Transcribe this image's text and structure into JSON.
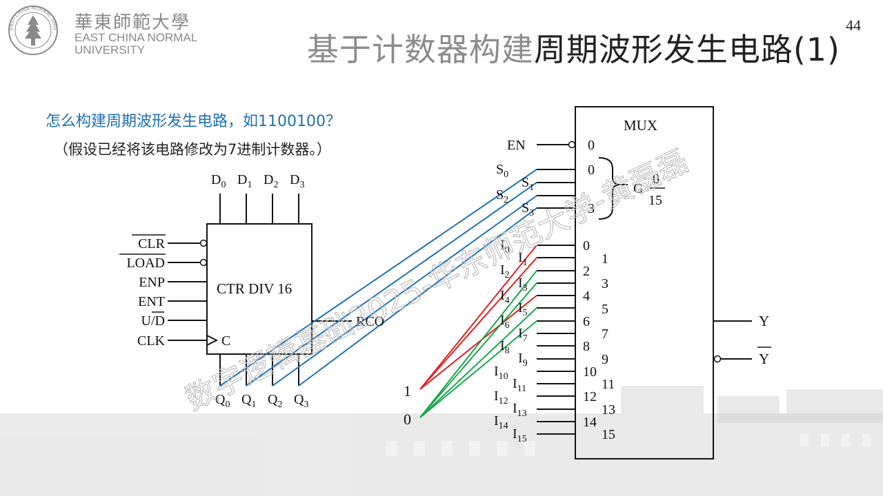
{
  "header": {
    "university_zh": "華東師範大學",
    "university_en_line1": "EAST CHINA NORMAL",
    "university_en_line2": "UNIVERSITY",
    "seal_text": "EAST CHINA NORMAL UNIVERSITY",
    "title_gray": "基于计数器构建",
    "title_dark": "周期波形发生电路(1)",
    "page_number": "44"
  },
  "body": {
    "question": "怎么构建周期波形发生电路，如1100100？",
    "assumption": "（假设已经将该电路修改为7进制计数器。）"
  },
  "counter": {
    "label": "CTR DIV 16",
    "clock_label": "C",
    "data_inputs": [
      "D",
      "D",
      "D",
      "D"
    ],
    "data_subs": [
      "0",
      "1",
      "2",
      "3"
    ],
    "left_pins": [
      "CLR",
      "LOAD",
      "ENP",
      "ENT",
      "U/D",
      "CLK"
    ],
    "outputs": [
      "Q",
      "Q",
      "Q",
      "Q"
    ],
    "output_subs": [
      "0",
      "1",
      "2",
      "3"
    ],
    "rco_label": "RCO"
  },
  "mux": {
    "label": "MUX",
    "en_label": "EN",
    "en_num": "0",
    "select_nums": [
      "0",
      "3"
    ],
    "g_label": "G",
    "g_top": "0",
    "g_bottom": "15",
    "select_labels": [
      "S",
      "S",
      "S",
      "S"
    ],
    "select_subs": [
      "0",
      "1",
      "2",
      "3"
    ],
    "data_labels": [
      "I",
      "I",
      "I",
      "I",
      "I",
      "I",
      "I",
      "I",
      "I",
      "I",
      "I",
      "I",
      "I",
      "I",
      "I",
      "I"
    ],
    "data_subs": [
      "0",
      "1",
      "2",
      "3",
      "4",
      "5",
      "6",
      "7",
      "8",
      "9",
      "10",
      "11",
      "12",
      "13",
      "14",
      "15"
    ],
    "data_nums": [
      "0",
      "1",
      "2",
      "3",
      "4",
      "5",
      "6",
      "7",
      "8",
      "9",
      "10",
      "11",
      "12",
      "13",
      "14",
      "15"
    ],
    "output_y": "Y",
    "output_ybar": "Y"
  },
  "constants": {
    "one": "1",
    "zero": "0"
  },
  "watermark": "数字逻辑基础2025-华东师范大学-黄磊磊",
  "colors": {
    "select_wire": "#1f6fb5",
    "high_wire": "#e02020",
    "low_wire": "#1aa64a",
    "question_text": "#1f6fb5"
  }
}
